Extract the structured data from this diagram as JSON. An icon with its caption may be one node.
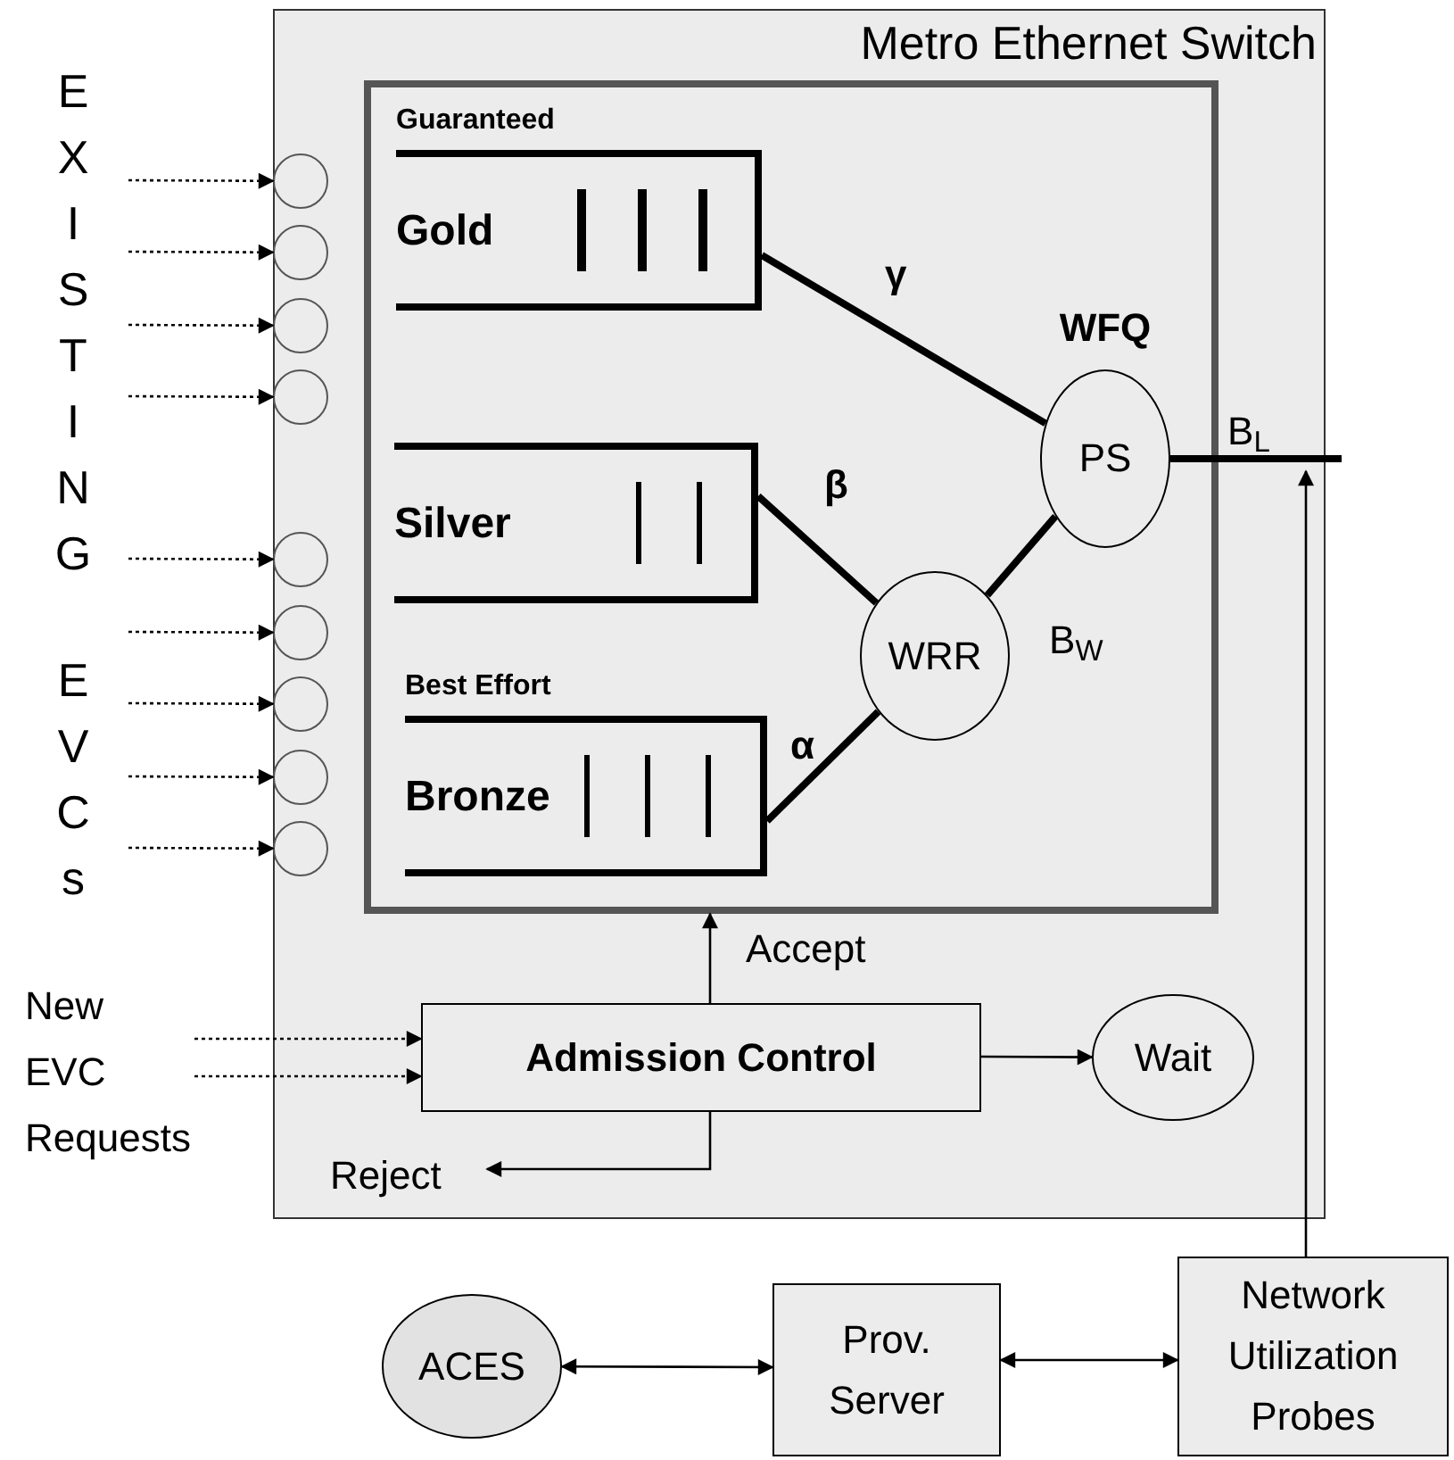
{
  "diagram": {
    "nodes": [
      {
        "text": [
          "Metro Ethernet Switch"
        ]
      },
      {
        "text": [],
        "shape": "box",
        "in": 0
      },
      {
        "text": [
          "Guaranteed",
          "Gold"
        ],
        "in": 1
      },
      {
        "text": [
          "Silver"
        ],
        "in": 1
      },
      {
        "text": [
          "Best Effort",
          "Bronze"
        ],
        "in": 1
      },
      {
        "text": [
          "PS"
        ],
        "beside": [
          "WFQ"
        ],
        "in": 1
      },
      {
        "text": [
          "WRR"
        ],
        "in": 1
      },
      {
        "text": [],
        "shape": "circle",
        "in": 0
      },
      {
        "text": [],
        "shape": "circle",
        "in": 0
      },
      {
        "text": [],
        "shape": "circle",
        "in": 0
      },
      {
        "text": [],
        "shape": "circle",
        "in": 0
      },
      {
        "text": [],
        "shape": "circle",
        "in": 0
      },
      {
        "text": [],
        "shape": "circle",
        "in": 0
      },
      {
        "text": [],
        "shape": "circle",
        "in": 0
      },
      {
        "text": [],
        "shape": "circle",
        "in": 0
      },
      {
        "text": [],
        "shape": "circle",
        "in": 0
      },
      {
        "text": [
          "Admission Control"
        ],
        "in": 0
      },
      {
        "text": [
          "Wait"
        ],
        "in": 0
      },
      {
        "text": [
          "Reject"
        ],
        "in": 0
      },
      {
        "text": [
          "New EVC Requests"
        ]
      },
      {
        "text": [
          "ACES"
        ]
      },
      {
        "text": [
          "Prov. Server"
        ]
      },
      {
        "text": [
          "Network Utilization Probes"
        ]
      }
    ],
    "edges": [
      {
        "from": 2,
        "to": 5,
        "arrow": "none",
        "label": "γ",
        "style": "thick"
      },
      {
        "from": 3,
        "to": 6,
        "arrow": "none",
        "label": "β",
        "style": "thick"
      },
      {
        "from": 4,
        "to": 6,
        "arrow": "none",
        "label": "α",
        "style": "thick"
      },
      {
        "from": 6,
        "to": 5,
        "arrow": "none",
        "label": "B$_{W}$",
        "style": "thick"
      },
      {
        "from": 5,
        "to": null,
        "arrow": "none",
        "label": "B$_{L}$",
        "style": "thick"
      },
      {
        "from": 22,
        "to": 0,
        "arrow": "to"
      },
      {
        "from": null,
        "to": 7,
        "arrow": "to",
        "style": "dashed"
      },
      {
        "from": null,
        "to": 8,
        "arrow": "to",
        "style": "dashed"
      },
      {
        "from": null,
        "to": 9,
        "arrow": "to",
        "style": "dashed"
      },
      {
        "from": null,
        "to": 10,
        "arrow": "to",
        "style": "dashed"
      },
      {
        "from": null,
        "to": 11,
        "arrow": "to",
        "style": "dashed"
      },
      {
        "from": null,
        "to": 12,
        "arrow": "to",
        "style": "dashed"
      },
      {
        "from": null,
        "to": 13,
        "arrow": "to",
        "style": "dashed"
      },
      {
        "from": null,
        "to": 14,
        "arrow": "to",
        "style": "dashed"
      },
      {
        "from": null,
        "to": 15,
        "arrow": "to",
        "style": "dashed"
      },
      {
        "from": 19,
        "to": 16,
        "arrow": "to",
        "style": "dashed"
      },
      {
        "from": 19,
        "to": 16,
        "arrow": "to",
        "style": "dashed"
      },
      {
        "from": 16,
        "to": 1,
        "arrow": "to",
        "label": "Accept"
      },
      {
        "from": 16,
        "to": 17,
        "arrow": "to"
      },
      {
        "from": 16,
        "to": 18,
        "arrow": "to"
      },
      {
        "from": 20,
        "to": 21,
        "arrow": "both"
      },
      {
        "from": 21,
        "to": 22,
        "arrow": "both"
      }
    ],
    "labels": [
      "EXISTING",
      "EVCs"
    ]
  }
}
